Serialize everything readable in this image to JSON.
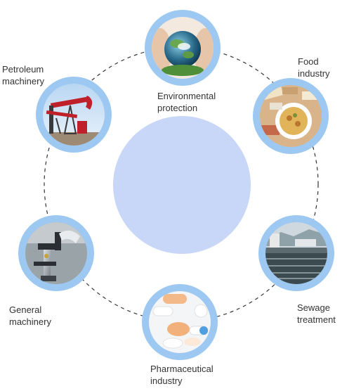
{
  "colors": {
    "ring": "#9cc8f1",
    "center_circle": "#c8d6f8",
    "dashed_line": "#333333",
    "label_text": "#333333"
  },
  "applications": [
    {
      "id": "environmental-protection",
      "label": "Environmental\nprotection",
      "icon": "globe-in-hands-photo"
    },
    {
      "id": "food-industry",
      "label": "Food\nindustry",
      "icon": "food-platter-photo"
    },
    {
      "id": "sewage-treatment",
      "label": "Sewage\ntreatment",
      "icon": "sewage-plant-photo"
    },
    {
      "id": "pharmaceutical-industry",
      "label": "Pharmaceutical\nindustry",
      "icon": "pills-photo"
    },
    {
      "id": "general-machinery",
      "label": "General\nmachinery",
      "icon": "robot-arm-photo"
    },
    {
      "id": "petroleum-machinery",
      "label": "Petroleum\nmachinery",
      "icon": "oil-pumpjack-photo"
    }
  ]
}
